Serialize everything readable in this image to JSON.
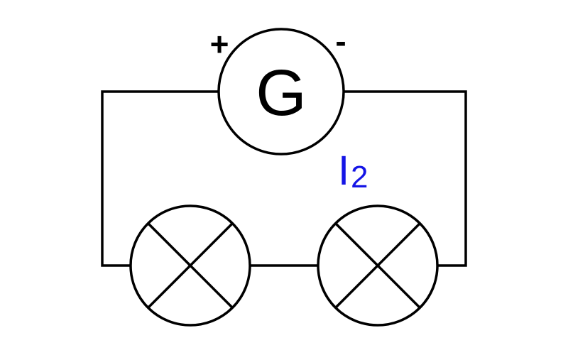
{
  "generator": {
    "letter": "G",
    "positive_terminal": "+",
    "negative_terminal": "-"
  },
  "current": {
    "symbol": "I",
    "subscript": "2",
    "color": "#1515e6"
  },
  "colors": {
    "line": "#000000",
    "background": "#ffffff"
  },
  "lamps": [
    {
      "symbol": "lamp-cross-icon"
    },
    {
      "symbol": "lamp-cross-icon"
    }
  ]
}
